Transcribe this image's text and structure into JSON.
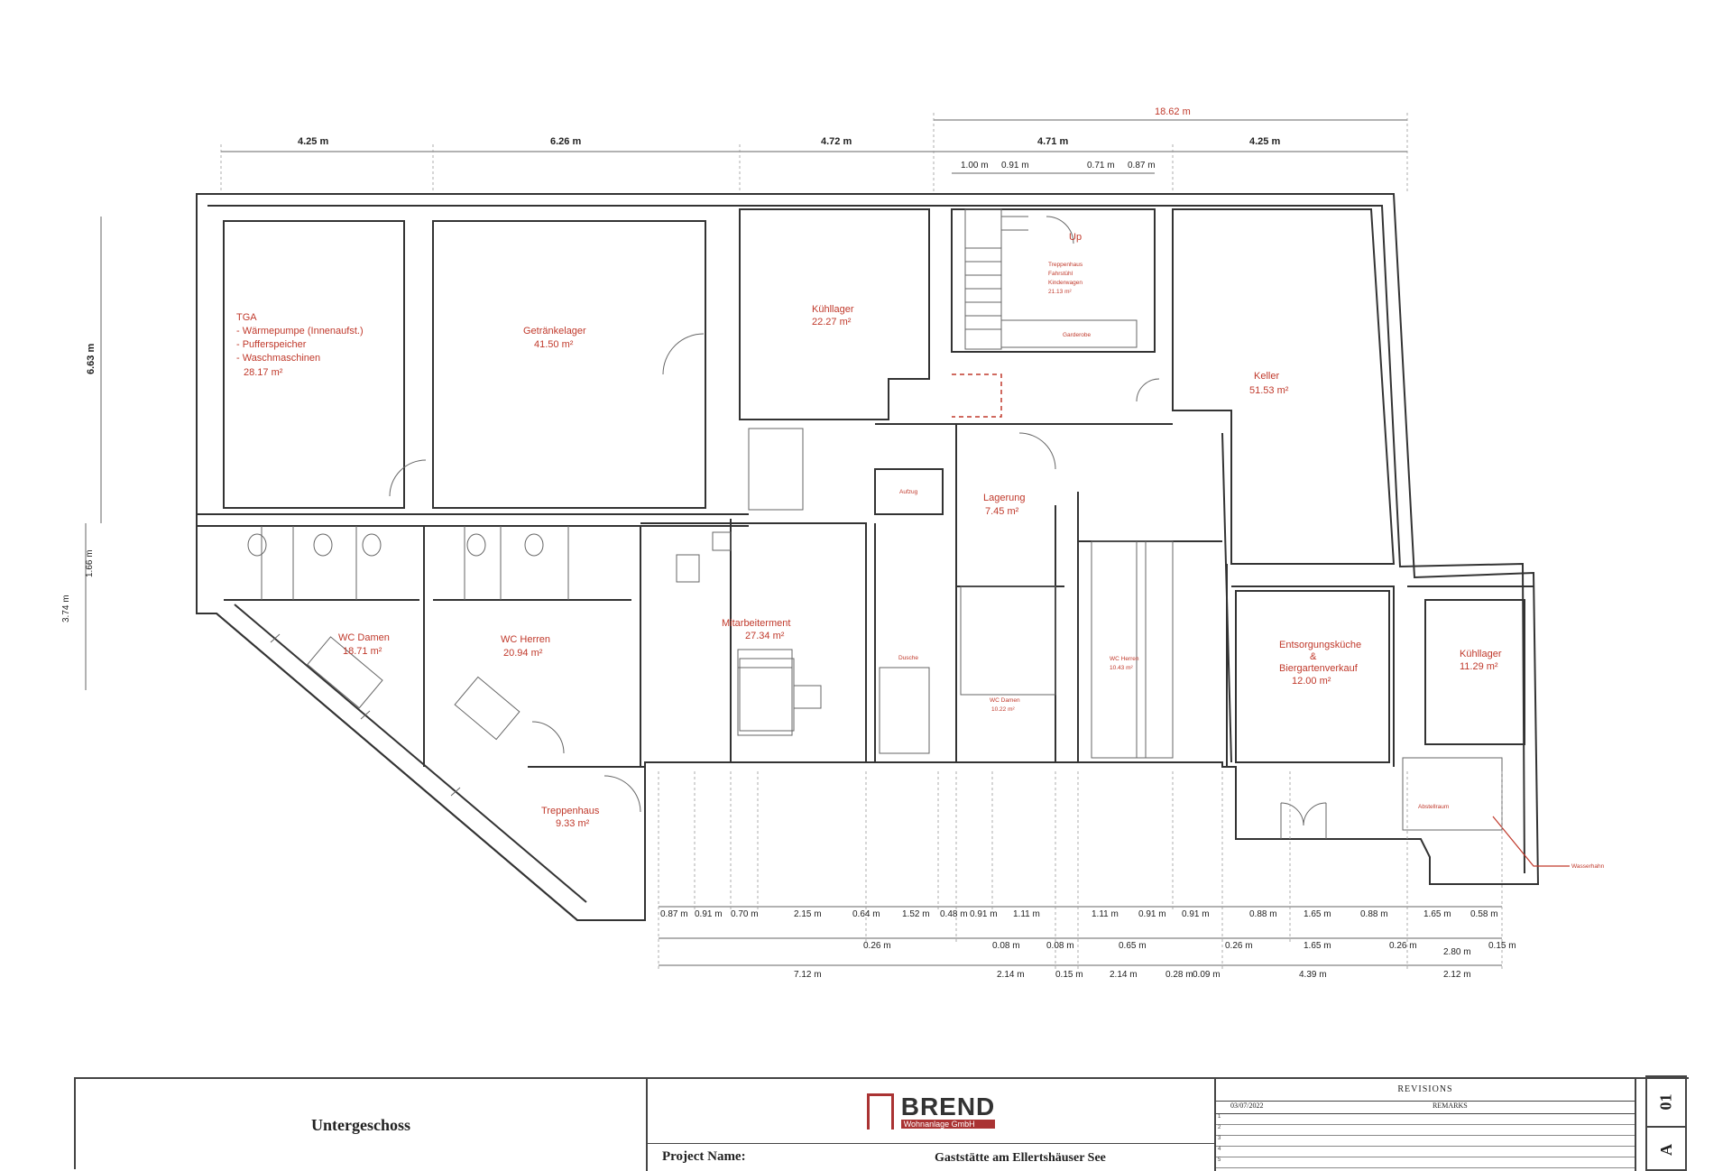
{
  "colors": {
    "wall": "#333333",
    "room_label": "#c0392b",
    "dimension": "#222222"
  },
  "top_dimensions": {
    "overall": "18.62 m",
    "segments": [
      "4.25 m",
      "6.26 m",
      "4.72 m",
      "4.71 m",
      "4.25 m"
    ],
    "stair_sub": [
      "1.00 m",
      "0.91 m",
      "0.71 m",
      "0.87 m"
    ]
  },
  "left_dimensions": {
    "upper": "6.63 m",
    "lower": "1.66 m",
    "lower_total": "3.74 m"
  },
  "rooms": {
    "tga": {
      "title": "TGA",
      "items": [
        "- Wärmepumpe (Innenaufst.)",
        "- Pufferspeicher",
        "- Waschmaschinen"
      ],
      "area": "28.17 m²"
    },
    "getraenkelager": {
      "name": "Getränkelager",
      "area": "41.50 m²"
    },
    "kuehllager_top": {
      "name": "Kühllager",
      "area": "22.27 m²"
    },
    "treppenhaus_top": {
      "lines": [
        "Treppenhaus",
        "Fahrstühl",
        "Kinderwagen"
      ],
      "area": "21.13 m²",
      "up": "Up"
    },
    "garderobe": {
      "name": "Garderobe"
    },
    "keller": {
      "name": "Keller",
      "area": "51.53 m²"
    },
    "aufzug": {
      "name": "Aufzug"
    },
    "lagerung": {
      "name": "Lagerung",
      "area": "7.45 m²"
    },
    "wc_damen": {
      "name": "WC Damen",
      "area": "18.71 m²"
    },
    "wc_herren": {
      "name": "WC Herren",
      "area": "20.94 m²"
    },
    "mitarbeiter": {
      "name": "Mitarbeiterment",
      "area": "27.34 m²"
    },
    "dusche": {
      "name": "Dusche"
    },
    "wc_damen_small": {
      "name": "WC Damen",
      "area": "10.22 m²"
    },
    "wc_herren_small": {
      "name": "WC Herren",
      "area": "10.43 m²"
    },
    "entsorgung": {
      "lines": [
        "Entsorgungsküche",
        "&",
        "Biergartenverkauf"
      ],
      "area": "12.00 m²"
    },
    "kuehllager_right": {
      "name": "Kühllager",
      "area": "11.29 m²"
    },
    "treppenhaus_bottom": {
      "name": "Treppenhaus",
      "area": "9.33 m²"
    },
    "abstellraum": {
      "name": "Abstellraum"
    },
    "wasserhahn": {
      "name": "Wasserhahn"
    }
  },
  "bottom_dimensions": {
    "row1": [
      "0.87 m",
      "0.91 m",
      "0.70 m",
      "2.15 m",
      "0.64 m",
      "1.52 m",
      "0.48 m",
      "0.91 m",
      "1.11 m",
      "1.11 m",
      "0.91 m",
      "0.91 m",
      "0.88 m",
      "1.65 m",
      "0.88 m",
      "1.65 m",
      "0.58 m"
    ],
    "row2": [
      "0.26 m",
      "0.08 m",
      "0.08 m",
      "0.65 m",
      "0.26 m",
      "1.65 m",
      "0.26 m",
      "2.80 m",
      "0.15 m"
    ],
    "row3": [
      "7.12 m",
      "2.14 m",
      "0.15 m",
      "2.14 m",
      "0.28 m",
      "0.09 m",
      "4.39 m",
      "2.12 m"
    ]
  },
  "title_block": {
    "drawing_name": "Untergeschoss",
    "company": "BREND",
    "company_sub": "Wohnanlage GmbH",
    "project_label": "Project Name:",
    "project_name": "Gaststätte am Ellertshäuser See",
    "revisions_title": "REVISIONS",
    "rev_date": "03/07/2022",
    "rev_remarks": "REMARKS",
    "rev_rows": [
      "1",
      "2",
      "3",
      "4",
      "5"
    ],
    "sheet_number": "01",
    "sheet_letter": "A"
  }
}
